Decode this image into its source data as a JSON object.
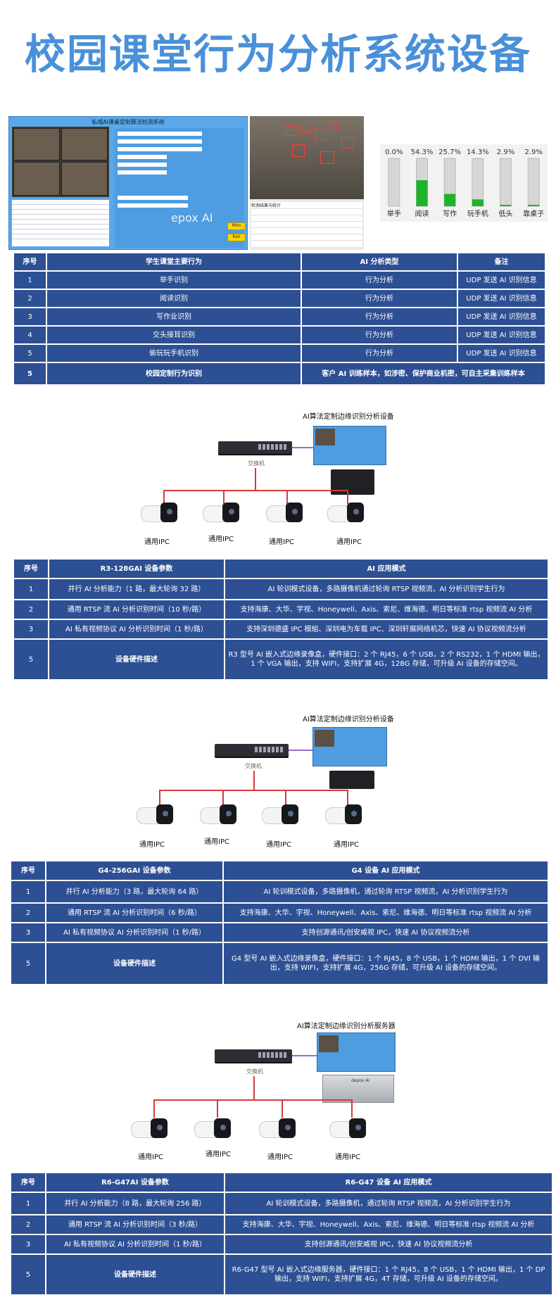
{
  "title": "校园课堂行为分析系统设备",
  "screenshot": {
    "software_title": "私域AI课桌定制算法检测系统",
    "logo_text": "epox AI",
    "buttons": [
      "Mon",
      "Kon"
    ],
    "camera_table_header": "检测结果与统计"
  },
  "chart_data": {
    "type": "bar",
    "categories": [
      "举手",
      "阅读",
      "写作",
      "玩手机",
      "低头",
      "靠桌子"
    ],
    "values": [
      0.0,
      54.3,
      25.7,
      14.3,
      2.9,
      2.9
    ],
    "value_labels": [
      "0.0%",
      "54.3%",
      "25.7%",
      "14.3%",
      "2.9%",
      "2.9%"
    ],
    "ylim": [
      0,
      100
    ],
    "colors": {
      "fill": "#1fb32a",
      "track": "#d6d6d6"
    }
  },
  "table1": {
    "headers": [
      "序号",
      "学生课堂主要行为",
      "AI 分析类型",
      "备注"
    ],
    "rows": [
      [
        "1",
        "举手识别",
        "行为分析",
        "UDP 发送 AI 识别信息"
      ],
      [
        "2",
        "阅读识别",
        "行为分析",
        "UDP 发送 AI 识别信息"
      ],
      [
        "3",
        "写作业识别",
        "行为分析",
        "UDP 发送 AI 识别信息"
      ],
      [
        "4",
        "交头接耳识别",
        "行为分析",
        "UDP 发送 AI 识别信息"
      ],
      [
        "5",
        "偷玩玩手机识别",
        "行为分析",
        "UDP 发送 AI 识别信息"
      ]
    ],
    "last_row": {
      "no": "5",
      "item": "校园定制行为识别",
      "note": "客户 AI 训练样本，如涉密、保护商业机密，可自主采集训练样本"
    }
  },
  "diagram1": {
    "title": "AI算法定制边缘识别分析设备",
    "switch_label": "交换机",
    "cameras": [
      "通用IPC",
      "通用IPC",
      "通用IPC",
      "通用IPC"
    ]
  },
  "table2": {
    "headers": [
      "序号",
      "R3-128GAI 设备参数",
      "AI 应用模式"
    ],
    "rows": [
      [
        "1",
        "并行 AI 分析能力（1 路，最大轮询 32 路）",
        "AI 轮训模式设备，多路摄像机通过轮询 RTSP 视频流，AI 分析识别学生行为"
      ],
      [
        "2",
        "通用 RTSP 流 AI 分析识别时间（10 秒/路）",
        "支持海康、大华、宇视、Honeywell、Axis、索尼、维海德、明日等标准 rtsp 视频流 AI 分析"
      ],
      [
        "3",
        "AI 私有视频协议 AI 分析识别时间（1 秒/路）",
        "支持深圳德盛 IPC 模組、深圳电为车载 IPC、深圳轩展网络机芯，快速 AI 协议视频流分析"
      ],
      [
        "5",
        "设备硬件描述",
        "R3 型号 AI 嵌入式边缘录像盒，硬件接口：2 个 RJ45，6 个 USB，2 个 RS232，1 个 HDMI 输出，1 个 VGA 输出，支持 WIFI，支持扩展 4G，128G 存储，可升级 AI 设备的存储空间。"
      ]
    ]
  },
  "diagram2": {
    "title": "AI算法定制边缘识别分析设备",
    "switch_label": "交换机",
    "cameras": [
      "通用IPC",
      "通用IPC",
      "通用IPC",
      "通用IPC"
    ]
  },
  "table3": {
    "headers": [
      "序号",
      "G4-256GAI 设备参数",
      "G4 设备 AI 应用模式"
    ],
    "rows": [
      [
        "1",
        "并行 AI 分析能力（3 路，最大轮询 64 路）",
        "AI 轮训模式设备，多路摄像机，通过轮询 RTSP 视频流，AI 分析识别学生行为"
      ],
      [
        "2",
        "通用 RTSP 流 AI 分析识别时间（6 秒/路）",
        "支持海康、大华、宇视、Honeywell、Axis、索尼、维海德、明日等标准 rtsp 视频流 AI 分析"
      ],
      [
        "3",
        "AI 私有视频协议 AI 分析识别时间（1 秒/路）",
        "支持创源通讯/创安威视 IPC，快速 AI 协议视频流分析"
      ],
      [
        "5",
        "设备硬件描述",
        "G4 型号 AI 嵌入式边缘录像盒，硬件接口：1 个 RJ45，8 个 USB，1 个 HDMI 输出，1 个 DVI 输出，支持 WIFI，支持扩展 4G，256G 存储，可升级 AI 设备的存储空间。"
      ]
    ]
  },
  "diagram3": {
    "title": "AI算法定制边缘识别分析服务器",
    "switch_label": "交换机",
    "server_label": "depox AI",
    "cameras": [
      "通用IPC",
      "通用IPC",
      "通用IPC",
      "通用IPC"
    ]
  },
  "table4": {
    "headers": [
      "序号",
      "R6-G47AI 设备参数",
      "R6-G47 设备 AI 应用模式"
    ],
    "rows": [
      [
        "1",
        "并行 AI 分析能力（8 路，最大轮询 256 路）",
        "AI 轮训模式设备，多路摄像机，通过轮询 RTSP 视频流，AI 分析识别学生行为"
      ],
      [
        "2",
        "通用 RTSP 流 AI 分析识别时间（3 秒/路）",
        "支持海康、大华、宇视、Honeywell、Axis、索尼、维海德、明日等标准 rtsp 视频流 AI 分析"
      ],
      [
        "3",
        "AI 私有视频协议 AI 分析识别时间（1 秒/路）",
        "支持创源通讯/创安威视 IPC，快速 AI 协议视频流分析"
      ],
      [
        "5",
        "设备硬件描述",
        "R6-G47 型号 AI 嵌入式边缘服务器，硬件接口：1 个 RJ45，8 个 USB，1 个 HDMI 输出，1 个 DP 输出，支持 WIFI，支持扩展 4G，4T 存储，可升级 AI 设备的存储空间。"
      ]
    ]
  }
}
